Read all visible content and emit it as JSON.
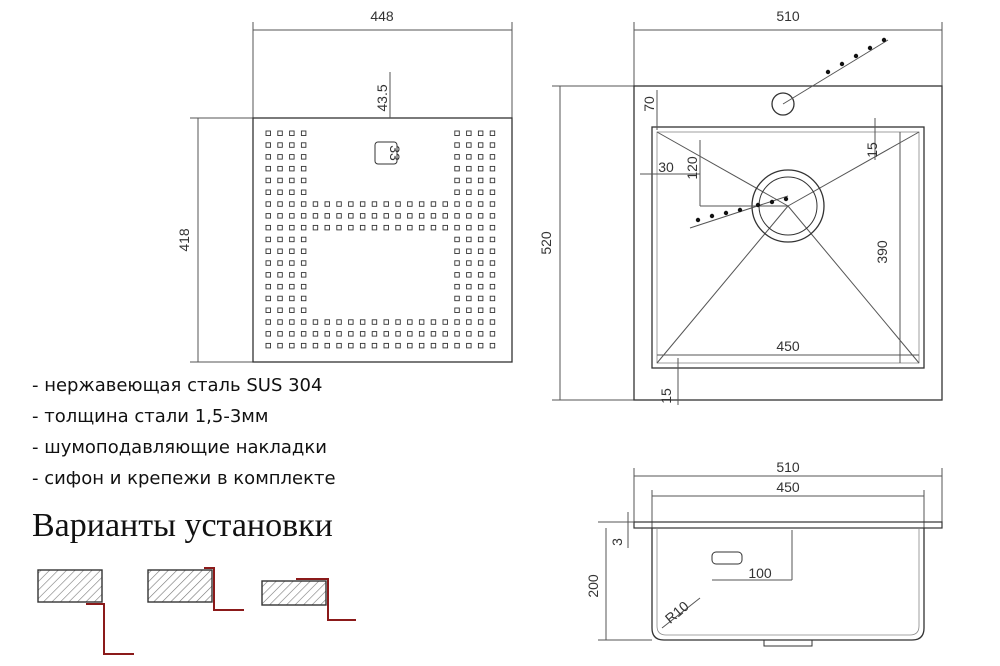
{
  "top_view": {
    "width_dim": "448",
    "height_dim": "418",
    "offset_dim": "43.5",
    "slot_dim": "33"
  },
  "plan_view": {
    "outer_width": "510",
    "outer_height": "520",
    "tap_offset": "70",
    "inner_offset": "30",
    "drain_offset": "120",
    "corner_offset": "15",
    "bowl_height": "390",
    "bowl_width": "450",
    "bottom_offset": "15"
  },
  "section_view": {
    "outer_width": "510",
    "inner_width": "450",
    "rim_thickness": "3",
    "depth": "200",
    "overflow_offset": "100",
    "radius": "R10"
  },
  "features": [
    "- нержавеющая сталь SUS 304",
    "- толщина стали 1,5-3мм",
    "- шумоподавляющие накладки",
    "- сифон и крепежи в комплекте"
  ],
  "installation": {
    "title": "Варианты установки"
  },
  "colors": {
    "line": "#444444",
    "accent": "#8b1a1a",
    "hatch": "#555555"
  }
}
